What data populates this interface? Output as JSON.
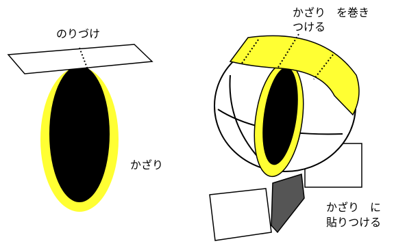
{
  "labels": {
    "glue_tab": "のりづけ",
    "decoration_left": "かざり",
    "wrap_line1": "かざり　を巻き",
    "wrap_line2": "つける",
    "stick_line1": "かざり　に",
    "stick_line2": "貼りつける"
  },
  "colors": {
    "decoration_fill": "#ffff33",
    "ellipse_core": "#000000",
    "outline": "#000000",
    "background": "#ffffff",
    "shadow_tab": "#555555"
  },
  "icons": [
    "glue-tab-shape",
    "decoration-ellipse",
    "sphere-shape",
    "band-shape",
    "paper-tab-shape"
  ]
}
